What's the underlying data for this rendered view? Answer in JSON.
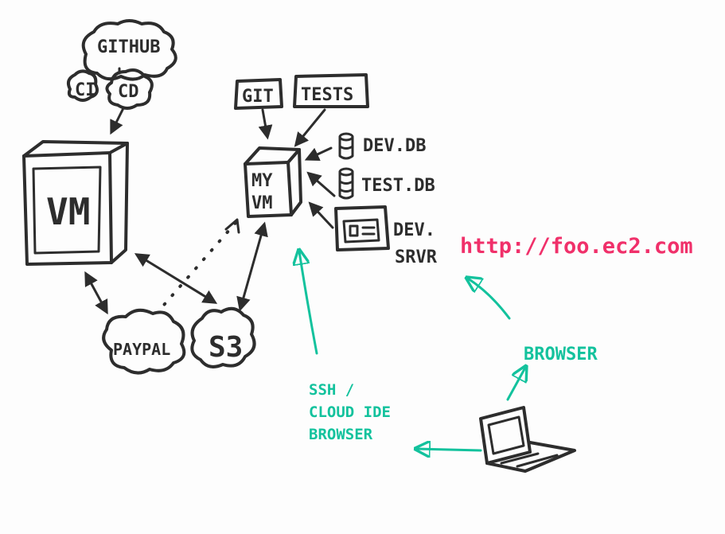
{
  "nodes": {
    "github": "GITHUB",
    "ci": "CI",
    "cd": "CD",
    "vm": "VM",
    "git": "GIT",
    "tests": "TESTS",
    "my_vm": [
      "MY",
      "VM"
    ],
    "dev_db": "DEV.DB",
    "test_db": "TEST.DB",
    "dev_server": [
      "DEV.",
      "SRVR"
    ],
    "paypal": "PAYPAL",
    "s3": "S3"
  },
  "url": "http://foo.ec2.com",
  "client": {
    "browser": "BROWSER",
    "ssh_lines": [
      "SSH /",
      "CLOUD IDE",
      "BROWSER"
    ]
  },
  "colors": {
    "ink": "#2d2d2d",
    "teal": "#13c29d",
    "url": "#f0306a"
  }
}
